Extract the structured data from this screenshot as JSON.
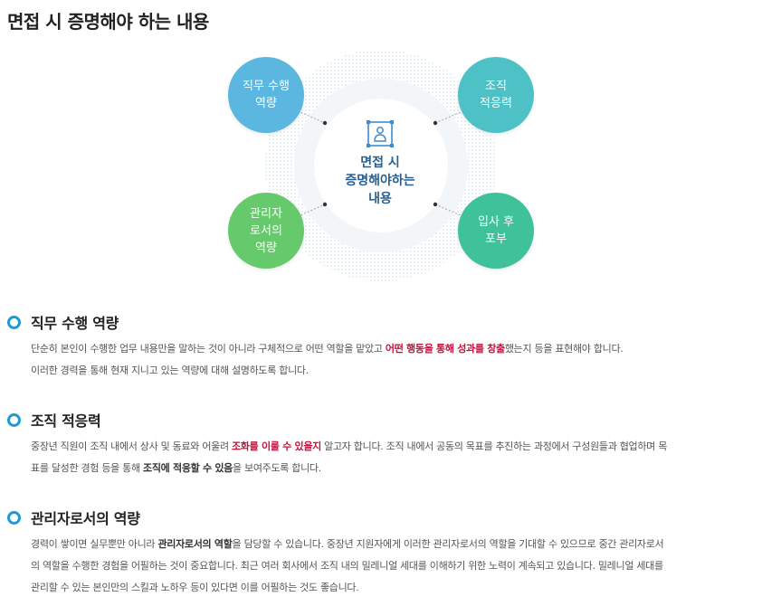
{
  "page": {
    "title": "면접 시 증명해야 하는 내용"
  },
  "diagram": {
    "center": "면접 시\n증명해야하는\n내용",
    "center_icon": "person-frame-icon",
    "nodes": [
      {
        "label": "직무 수행\n역량",
        "color": "#5bb7e0"
      },
      {
        "label": "조직\n적응력",
        "color": "#4ec1c6"
      },
      {
        "label": "관리자\n로서의\n역량",
        "color": "#66c96b"
      },
      {
        "label": "입사 후\n포부",
        "color": "#3fc19a"
      }
    ]
  },
  "sections": [
    {
      "title": "직무 수행 역량",
      "p1_a": "단순히 본인이 수행한 업무 내용만을 말하는 것이 아니라 구체적으로 어떤 역할을 맡았고 ",
      "p1_hl": "어떤 행동을 통해 성과를 창출",
      "p1_b": "했는지 등을 표현해야 합니다.",
      "p2": "이러한 경력을 통해 현재 지니고 있는 역량에 대해 설명하도록 합니다."
    },
    {
      "title": "조직 적응력",
      "p1_a": "중장년 직원이 조직 내에서 상사 및 동료와 어울려 ",
      "p1_hl": "조화를 이룰 수 있을지",
      "p1_b": " 알고자 합니다. 조직 내에서 공동의 목표를 추진하는 과정에서 구성원들과 협업하며 목",
      "p2_a": "표를 달성한 경험 등을 통해 ",
      "p2_strong": "조직에 적응할 수 있음",
      "p2_b": "을 보여주도록 합니다."
    },
    {
      "title": "관리자로서의 역량",
      "p1_a": "경력이 쌓이면 실무뿐만 아니라 ",
      "p1_strong": "관리자로서의 역할",
      "p1_b": "을 담당할 수 있습니다. 중장년 지원자에게 이러한 관리자로서의 역할을 기대할 수 있으므로 중간 관리자로서",
      "p2": "의 역할을 수행한 경험을 어필하는 것이 중요합니다. 최근 여러 회사에서 조직 내의 밀레니얼 세대를 이해하기 위한 노력이 계속되고 있습니다. 밀레니얼 세대를",
      "p3": "관리할 수 있는 본인만의 스킬과 노하우 등이 있다면 이를 어필하는 것도 좋습니다."
    }
  ]
}
